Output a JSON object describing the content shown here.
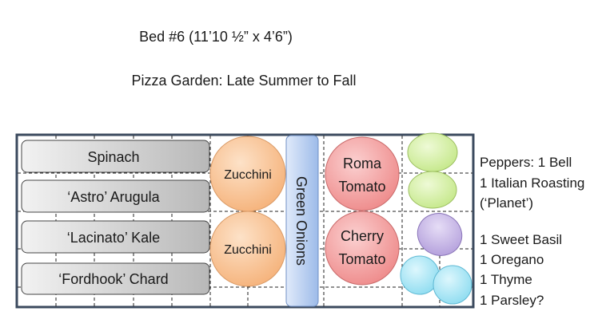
{
  "title": "Bed #6 (11’10 ½” x 4’6”)",
  "subtitle": "Pizza Garden: Late Summer to Fall",
  "rows": [
    "Spinach",
    "‘Astro’ Arugula",
    "‘Lacinato’ Kale",
    "‘Fordhook’ Chard"
  ],
  "zucchini": [
    "Zucchini",
    "Zucchini"
  ],
  "green_onions": "Green Onions",
  "tomatoes": [
    {
      "line1": "Roma",
      "line2": "Tomato"
    },
    {
      "line1": "Cherry",
      "line2": "Tomato"
    }
  ],
  "notes": [
    "Peppers: 1 Bell",
    "1 Italian Roasting",
    "(‘Planet’)",
    "1 Sweet Basil",
    "1 Oregano",
    "1 Thyme",
    "1 Parsley?"
  ],
  "colors": {
    "border": "#3b4a5e",
    "zucchini": "#f8c49a",
    "tomato": "#f3a0a0",
    "pepper": "#d6ef9f",
    "basil": "#c6b5e6",
    "herb": "#a8e6f5",
    "onion": "#b6cdf0"
  }
}
